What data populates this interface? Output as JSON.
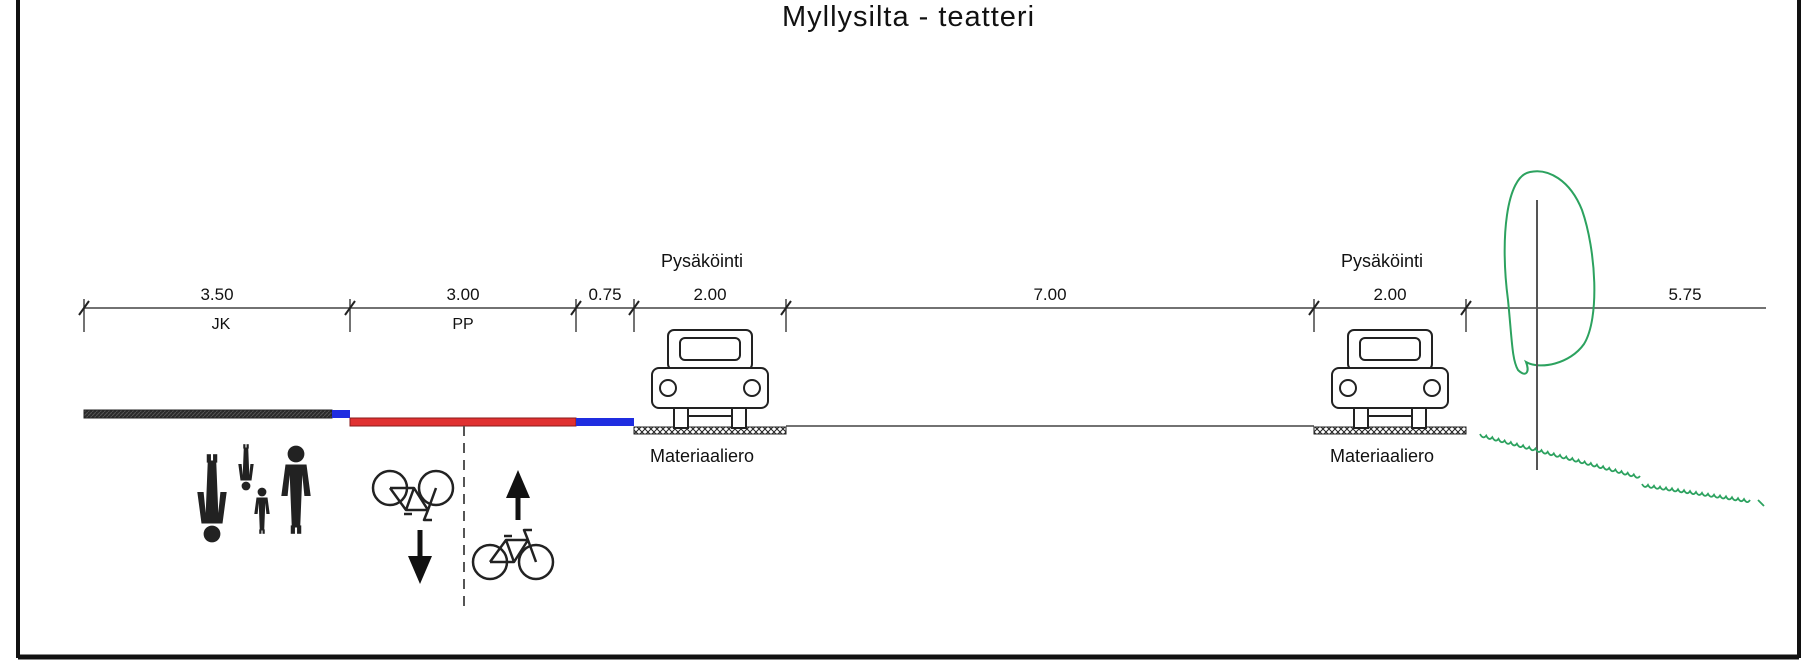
{
  "title": "Myllysilta - teatteri",
  "segments": [
    {
      "dimension": "3.50",
      "label": "JK"
    },
    {
      "dimension": "3.00",
      "label": "PP"
    },
    {
      "dimension": "0.75",
      "label": ""
    },
    {
      "dimension": "2.00",
      "label": "",
      "above": "Pysäköinti",
      "below": "Materiaaliero"
    },
    {
      "dimension": "7.00",
      "label": ""
    },
    {
      "dimension": "2.00",
      "label": "",
      "above": "Pysäköinti",
      "below": "Materiaaliero"
    },
    {
      "dimension": "5.75",
      "label": ""
    }
  ],
  "colors": {
    "sidewalk": "#333333",
    "bike_path": "#e03131",
    "divider": "#1f2de0",
    "tree": "#2ca25f",
    "grass": "#2ca25f",
    "line": "#444444"
  },
  "icons": [
    "pedestrians-icon",
    "bicycle-icon",
    "arrow-down-icon",
    "arrow-up-icon",
    "car-icon",
    "tree-icon",
    "grass-icon"
  ]
}
